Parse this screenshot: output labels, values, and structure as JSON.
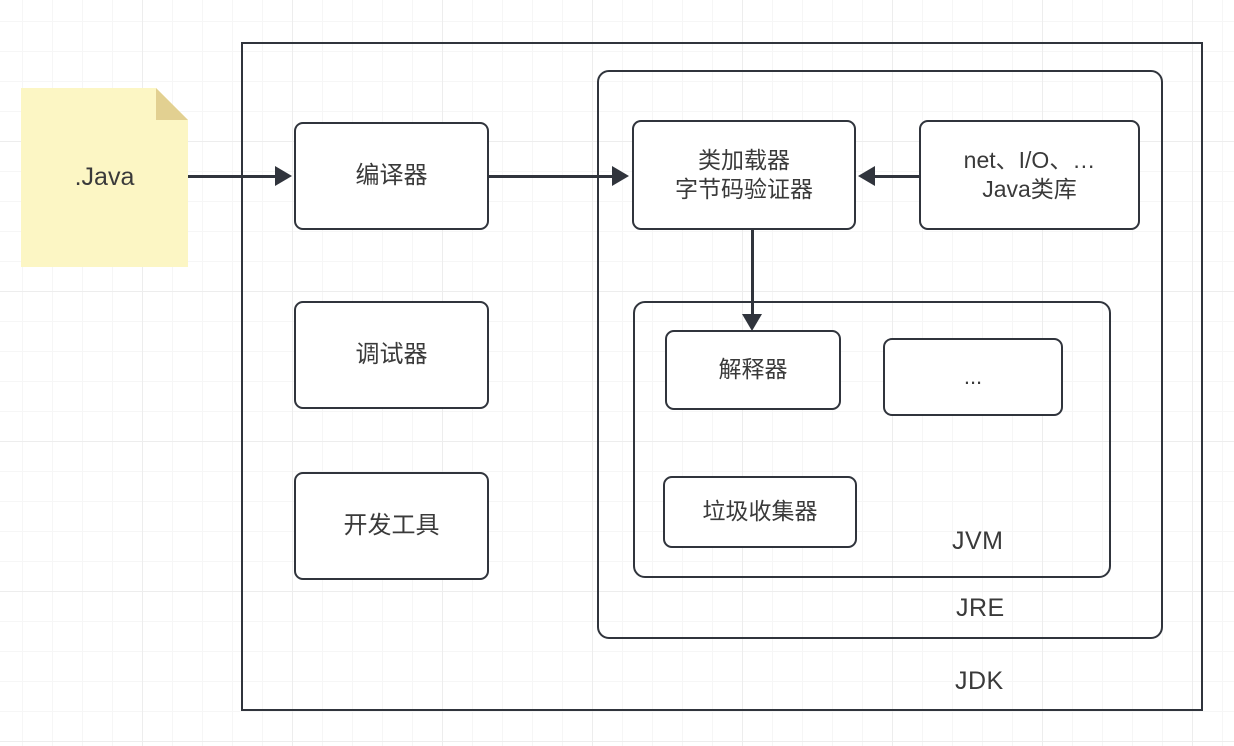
{
  "diagram": {
    "title": "Java JDK / JRE / JVM architecture diagram",
    "colors": {
      "stroke": "#30343c",
      "text": "#3a3a3a",
      "note_fill": "#fcf6c4",
      "note_fold": "#e2d091",
      "grid_minor": "#f6f6f6",
      "grid_major": "#ededed",
      "background": "#ffffff"
    }
  },
  "source_note": {
    "label": ".Java"
  },
  "containers": {
    "jdk": {
      "label": "JDK"
    },
    "jre": {
      "label": "JRE"
    },
    "jvm": {
      "label": "JVM"
    }
  },
  "nodes": {
    "compiler": {
      "label": "编译器"
    },
    "debugger": {
      "label": "调试器"
    },
    "dev_tools": {
      "label": "开发工具"
    },
    "class_loader": {
      "line1": "类加载器",
      "line2": "字节码验证器"
    },
    "java_libs": {
      "line1": "net、I/O、…",
      "line2": "Java类库"
    },
    "interpreter": {
      "label": "解释器"
    },
    "ellipsis": {
      "label": "..."
    },
    "garbage_collector": {
      "label": "垃圾收集器"
    }
  },
  "connectors": [
    {
      "name": "java-to-compiler",
      "from": ".Java",
      "to": "编译器",
      "direction": "right"
    },
    {
      "name": "compiler-to-classloader",
      "from": "编译器",
      "to": "类加载器 字节码验证器",
      "direction": "right"
    },
    {
      "name": "javalibs-to-classloader",
      "from": "net、I/O、… Java类库",
      "to": "类加载器 字节码验证器",
      "direction": "left"
    },
    {
      "name": "classloader-to-interpreter",
      "from": "类加载器 字节码验证器",
      "to": "解释器",
      "direction": "down"
    }
  ]
}
